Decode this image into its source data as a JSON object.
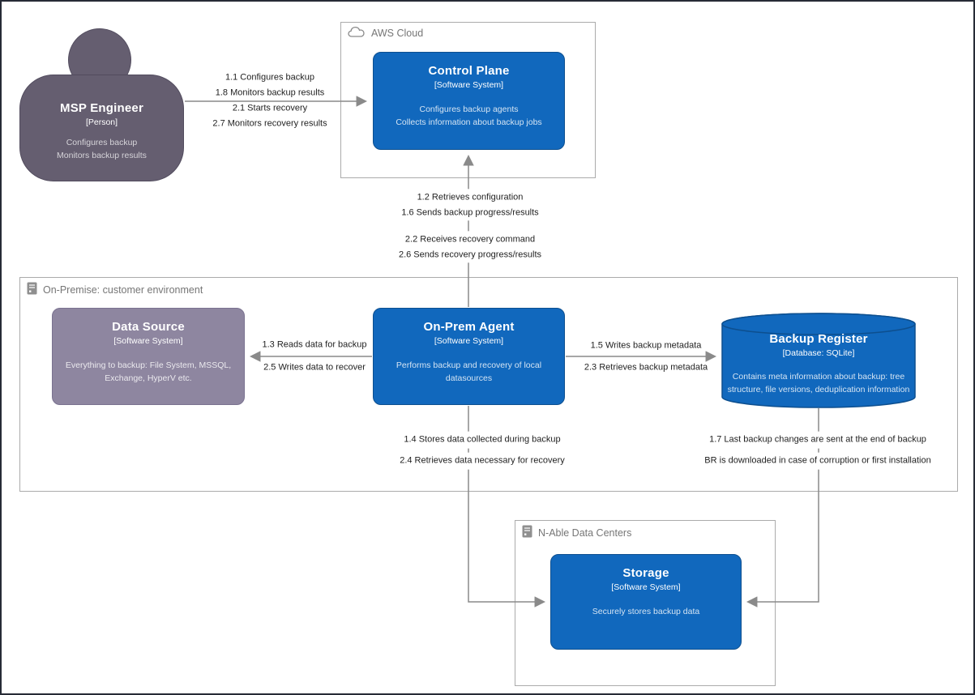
{
  "colors": {
    "system_fill": "#1168bd",
    "system_border": "#0d4f8f",
    "person_fill": "#655e70",
    "person_border": "#524c5e",
    "external_system_fill": "#8e86a0",
    "external_system_border": "#7a7290",
    "arrow": "#8a8a8a",
    "boundary_border": "#ababab",
    "boundary_label": "#767676",
    "edge_label_text": "#1f1f1f",
    "frame_border": "#272b36"
  },
  "boundaries": {
    "aws": {
      "label": "AWS Cloud"
    },
    "onprem": {
      "label": "On-Premise: customer environment"
    },
    "nable": {
      "label": "N-Able Data Centers"
    }
  },
  "nodes": {
    "person": {
      "title": "MSP Engineer",
      "subtitle": "[Person]",
      "description": "Configures backup\nMonitors backup results"
    },
    "control_plane": {
      "title": "Control Plane",
      "subtitle": "[Software System]",
      "description": "Configures backup agents\nCollects information about backup jobs"
    },
    "data_source": {
      "title": "Data Source",
      "subtitle": "[Software System]",
      "description": "Everything to backup: File System, MSSQL,\nExchange, HyperV etc."
    },
    "onprem_agent": {
      "title": "On-Prem Agent",
      "subtitle": "[Software System]",
      "description": "Performs backup and recovery of local\ndatasources"
    },
    "backup_register": {
      "title": "Backup Register",
      "subtitle": "[Database: SQLite]",
      "description": "Contains meta information about backup: tree\nstructure, file versions, deduplication information"
    },
    "storage": {
      "title": "Storage",
      "subtitle": "[Software System]",
      "description": "Securely stores backup data"
    }
  },
  "edges": {
    "engineer_control": {
      "labels": [
        "1.1 Configures backup\n1.8 Monitors backup results",
        "2.1 Starts recovery\n2.7 Monitors recovery results"
      ]
    },
    "agent_control": {
      "labels": [
        "1.2 Retrieves configuration\n1.6 Sends backup progress/results",
        "2.2 Receives recovery command\n2.6 Sends recovery progress/results"
      ]
    },
    "agent_datasource": {
      "labels": [
        "1.3 Reads data for backup",
        "2.5 Writes data to recover"
      ]
    },
    "agent_register": {
      "labels": [
        "1.5 Writes backup metadata",
        "2.3 Retrieves backup metadata"
      ]
    },
    "agent_storage": {
      "labels": [
        "1.4 Stores data collected during backup",
        "2.4 Retrieves data necessary for recovery"
      ]
    },
    "register_storage": {
      "labels": [
        "1.7 Last backup changes are sent at the end of backup",
        "BR is downloaded in case of corruption or first installation"
      ]
    }
  }
}
